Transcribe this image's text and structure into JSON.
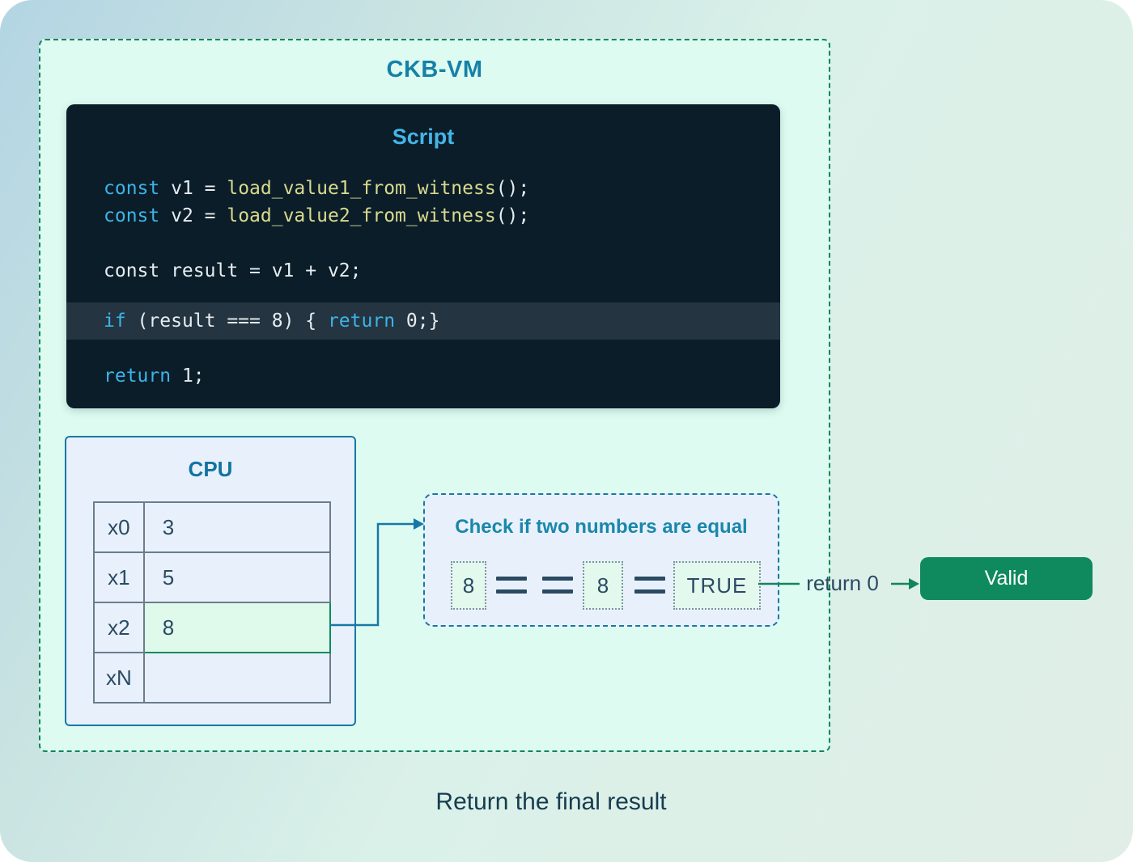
{
  "vm": {
    "title": "CKB-VM"
  },
  "script": {
    "title": "Script",
    "lines": [
      {
        "tokens": [
          [
            "kw",
            "const"
          ],
          [
            "pl",
            " v1 = "
          ],
          [
            "fn",
            "load_value1_from_witness"
          ],
          [
            "pl",
            "();"
          ]
        ]
      },
      {
        "tokens": [
          [
            "kw",
            "const"
          ],
          [
            "pl",
            " v2 = "
          ],
          [
            "fn",
            "load_value2_from_witness"
          ],
          [
            "pl",
            "();"
          ]
        ]
      },
      {
        "blank": true
      },
      {
        "tokens": [
          [
            "pl",
            "const result = v1 + v2;"
          ]
        ]
      },
      {
        "highlight": true,
        "tokens": [
          [
            "kw",
            "if"
          ],
          [
            "pl",
            " (result === 8) { "
          ],
          [
            "kw",
            "return"
          ],
          [
            "pl",
            " 0;}"
          ]
        ]
      },
      {
        "tokens": [
          [
            "kw",
            "return"
          ],
          [
            "pl",
            " 1;"
          ]
        ]
      }
    ],
    "colors": {
      "background": "#0b1d29",
      "highlight_row": "#243441",
      "keyword": "#3cb4e7",
      "function": "#d9da8e",
      "plain": "#e6edf1",
      "title": "#44b5e8"
    }
  },
  "cpu": {
    "title": "CPU",
    "registers": [
      {
        "name": "x0",
        "value": "3",
        "highlighted": false
      },
      {
        "name": "x1",
        "value": "5",
        "highlighted": false
      },
      {
        "name": "x2",
        "value": "8",
        "highlighted": true
      },
      {
        "name": "xN",
        "value": "",
        "highlighted": false
      }
    ],
    "highlight_color": "#0d8a5f",
    "border_color": "#1878a5"
  },
  "check": {
    "title": "Check if two numbers are equal",
    "operand_left": "8",
    "operand_right": "8",
    "result": "TRUE",
    "icons": [
      "equals-icon",
      "equals-icon",
      "equals-icon"
    ]
  },
  "flow": {
    "return_label": "return 0",
    "valid_label": "Valid",
    "arrow_color": "#12855c",
    "valid_color": "#0f8a5f"
  },
  "footer": {
    "caption": "Return the final result"
  },
  "colors": {
    "vm_border": "#12855c",
    "vm_background": "#ddfbf0",
    "accent_blue": "#1581a8",
    "text_dark": "#2b4a63",
    "page_gradient_start": "#b3d5e3",
    "page_gradient_end": "#e0eee7"
  }
}
